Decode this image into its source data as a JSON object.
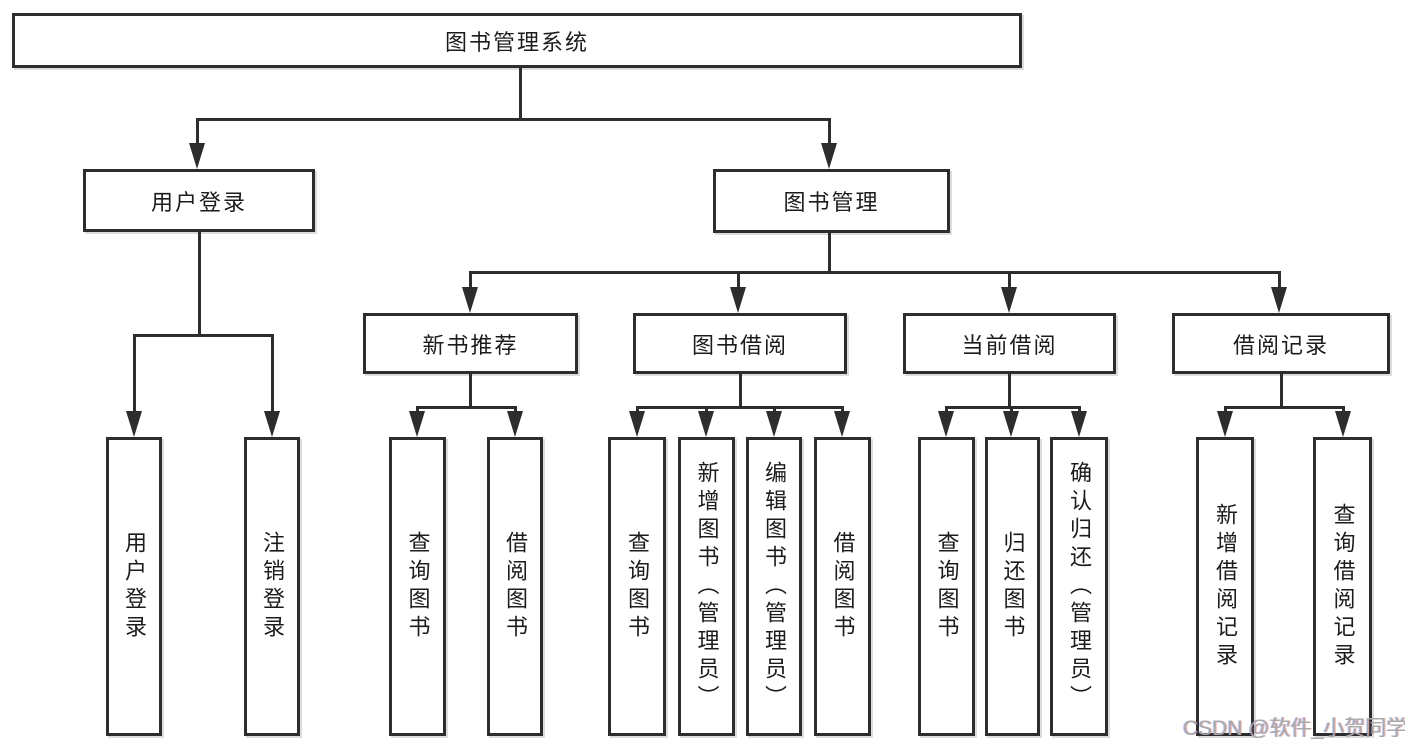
{
  "diagram": {
    "root": {
      "label": "图书管理系统"
    },
    "children": [
      {
        "label": "用户登录",
        "children": [
          {
            "label": "用户登录"
          },
          {
            "label": "注销登录"
          }
        ]
      },
      {
        "label": "图书管理",
        "children": [
          {
            "label": "新书推荐",
            "children": [
              {
                "label": "查询图书"
              },
              {
                "label": "借阅图书"
              }
            ]
          },
          {
            "label": "图书借阅",
            "children": [
              {
                "label": "查询图书"
              },
              {
                "label": "新增图书（管理员）"
              },
              {
                "label": "编辑图书（管理员）"
              },
              {
                "label": "借阅图书"
              }
            ]
          },
          {
            "label": "当前借阅",
            "children": [
              {
                "label": "查询图书"
              },
              {
                "label": "归还图书"
              },
              {
                "label": "确认归还（管理员）"
              }
            ]
          },
          {
            "label": "借阅记录",
            "children": [
              {
                "label": "新增借阅记录"
              },
              {
                "label": "查询借阅记录"
              }
            ]
          }
        ]
      }
    ],
    "watermark": {
      "text": "CSDN @软件_小贺同学"
    },
    "colors": {
      "line": "#2d2d2d",
      "text": "#1c1c1c",
      "box_background": "#ffffff",
      "watermark": "#a9a9a9",
      "background": "#ffffff"
    }
  }
}
